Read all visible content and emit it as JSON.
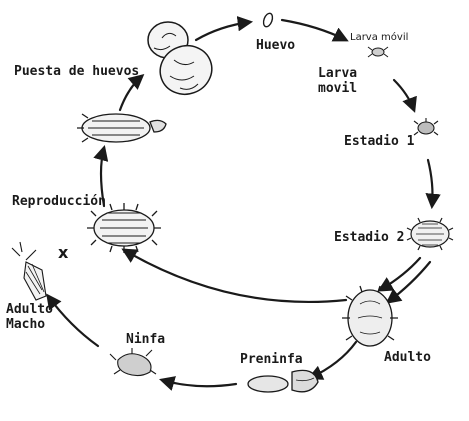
{
  "labels": {
    "huevo": "Huevo",
    "larva_movil_small": "Larva móvil",
    "larva_movil": "Larva\nmovil",
    "estadio_1": "Estadio 1",
    "estadio_2": "Estadio 2",
    "adulto": "Adulto",
    "preninfa": "Preninfa",
    "ninfa": "Ninfa",
    "adulto_macho": "Adulto\nMacho",
    "reproduccion": "Reproducción",
    "puesta_de_huevos": "Puesta de huevos",
    "cross_mark": "x"
  },
  "colors": {
    "ink": "#1a1a1a",
    "background": "#ffffff"
  }
}
